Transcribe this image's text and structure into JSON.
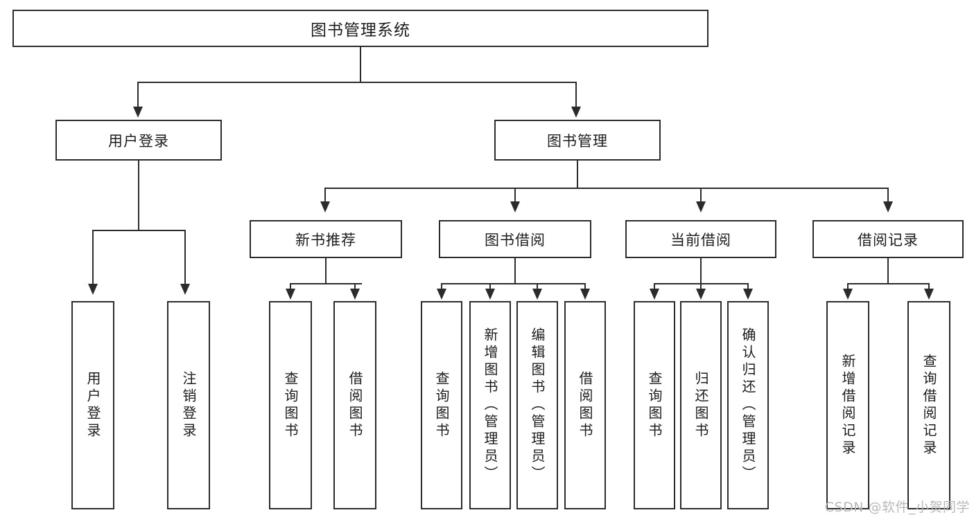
{
  "diagram": {
    "title": "图书管理系统",
    "type": "tree",
    "root": {
      "id": "root",
      "label": "图书管理系统"
    },
    "level2": [
      {
        "id": "user-login",
        "label": "用户登录"
      },
      {
        "id": "book-manage",
        "label": "图书管理"
      }
    ],
    "level3": [
      {
        "id": "new-book-recommend",
        "label": "新书推荐"
      },
      {
        "id": "book-borrow",
        "label": "图书借阅"
      },
      {
        "id": "current-borrow",
        "label": "当前借阅"
      },
      {
        "id": "borrow-record",
        "label": "借阅记录"
      }
    ],
    "leaves": {
      "user_login": [
        {
          "id": "leaf-user-login",
          "label": "用户登录"
        },
        {
          "id": "leaf-logout-login",
          "label": "注销登录"
        }
      ],
      "new_book_recommend": [
        {
          "id": "leaf-query-book-1",
          "label": "查询图书"
        },
        {
          "id": "leaf-borrow-book-1",
          "label": "借阅图书"
        }
      ],
      "book_borrow": [
        {
          "id": "leaf-query-book-2",
          "label": "查询图书"
        },
        {
          "id": "leaf-add-book",
          "label": "新增图书（管理员）"
        },
        {
          "id": "leaf-edit-book",
          "label": "编辑图书（管理员）"
        },
        {
          "id": "leaf-borrow-book-2",
          "label": "借阅图书"
        }
      ],
      "current_borrow": [
        {
          "id": "leaf-query-book-3",
          "label": "查询图书"
        },
        {
          "id": "leaf-return-book",
          "label": "归还图书"
        },
        {
          "id": "leaf-confirm-return",
          "label": "确认归还（管理员）"
        }
      ],
      "borrow_record": [
        {
          "id": "leaf-add-record",
          "label": "新增借阅记录"
        },
        {
          "id": "leaf-query-record",
          "label": "查询借阅记录"
        }
      ]
    },
    "colors": {
      "stroke": "#2b2b2b",
      "fill": "#ffffff",
      "text": "#1c1c1c",
      "watermark": "#b9b9b9"
    }
  },
  "watermark": {
    "text": "CSDN @软件_小贺同学"
  }
}
